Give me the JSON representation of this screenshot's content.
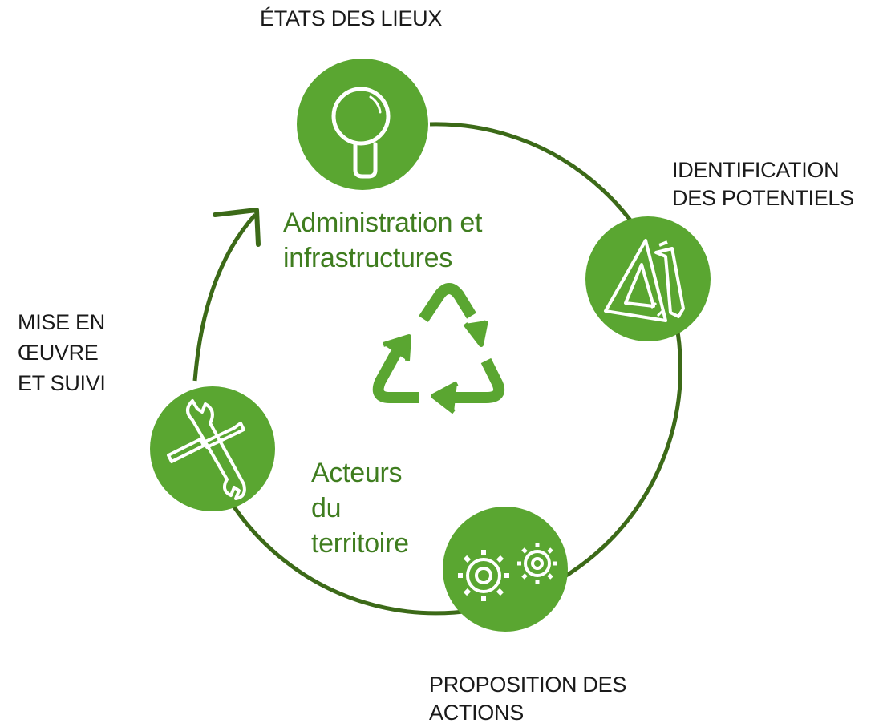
{
  "stages": [
    {
      "id": "etats-des-lieux",
      "lines": [
        "ÉTATS DES LIEUX"
      ],
      "icon": "magnifier-icon"
    },
    {
      "id": "identification-des-potentiels",
      "lines": [
        "IDENTIFICATION",
        "DES POTENTIELS"
      ],
      "icon": "ruler-pencil-icon"
    },
    {
      "id": "proposition-des-actions",
      "lines": [
        "PROPOSITION DES",
        "ACTIONS"
      ],
      "icon": "gears-icon"
    },
    {
      "id": "mise-en-oeuvre",
      "lines": [
        "MISE EN",
        "ŒUVRE",
        "ET SUIVI"
      ],
      "icon": "wrench-screwdriver-icon"
    }
  ],
  "center": {
    "top_lines": [
      "Administration et",
      "infrastructures"
    ],
    "bottom_lines": [
      "Acteurs",
      "du",
      "territoire"
    ],
    "icon": "recycle-icon"
  },
  "colors": {
    "node_green": "#5aa631",
    "ring_green": "#3c6a18",
    "center_text": "#3f7d1f",
    "label_text": "#1a1a1a",
    "icon_stroke": "#ffffff"
  }
}
